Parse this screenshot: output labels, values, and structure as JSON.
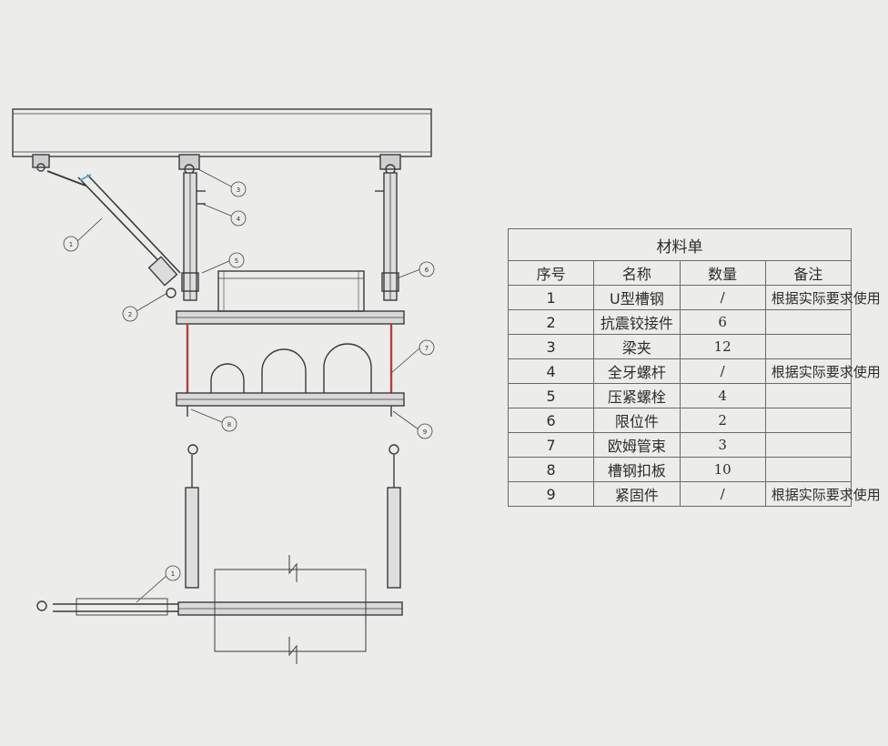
{
  "bom": {
    "title": "材料单",
    "headers": [
      "序号",
      "名称",
      "数量",
      "备注"
    ],
    "rows": [
      {
        "no": "1",
        "name": "U型槽钢",
        "qty": "/",
        "note": "根据实际要求使用"
      },
      {
        "no": "2",
        "name": "抗震铰接件",
        "qty": "6",
        "note": ""
      },
      {
        "no": "3",
        "name": "梁夹",
        "qty": "12",
        "note": ""
      },
      {
        "no": "4",
        "name": "全牙螺杆",
        "qty": "/",
        "note": "根据实际要求使用"
      },
      {
        "no": "5",
        "name": "压紧螺栓",
        "qty": "4",
        "note": ""
      },
      {
        "no": "6",
        "name": "限位件",
        "qty": "2",
        "note": ""
      },
      {
        "no": "7",
        "name": "欧姆管束",
        "qty": "3",
        "note": ""
      },
      {
        "no": "8",
        "name": "槽钢扣板",
        "qty": "10",
        "note": ""
      },
      {
        "no": "9",
        "name": "紧固件",
        "qty": "/",
        "note": "根据实际要求使用"
      }
    ]
  },
  "callouts": [
    "1",
    "2",
    "3",
    "4",
    "5",
    "6",
    "7",
    "8",
    "9",
    "1"
  ],
  "colors": {
    "line": "#3a3a3a",
    "brace_accent": "#5fa8c8",
    "rod_accent": "#b04040"
  }
}
